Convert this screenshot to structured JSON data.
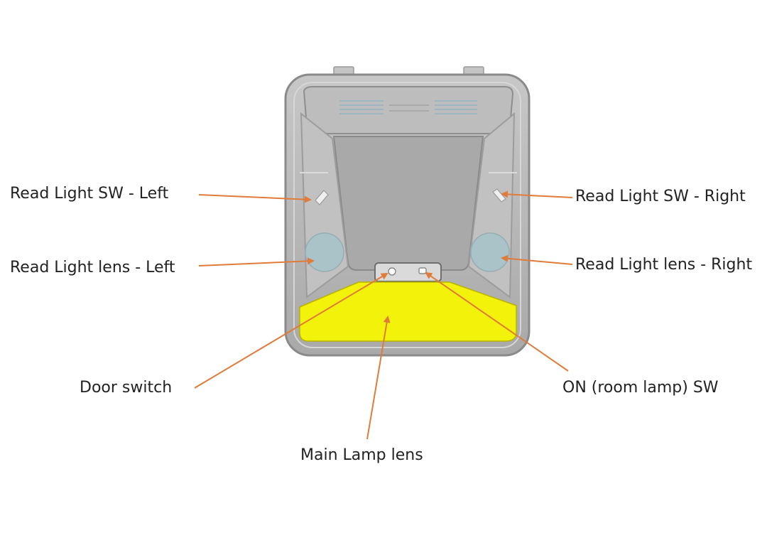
{
  "labels": {
    "read_light_sw_left": "Read Light SW - Left",
    "read_light_sw_right": "Read Light SW - Right",
    "read_light_lens_left": "Read Light lens - Left",
    "read_light_lens_right": "Read Light lens - Right",
    "door_switch": "Door switch",
    "on_room_lamp_sw": "ON (room lamp) SW",
    "main_lamp_lens": "Main Lamp lens"
  },
  "colors": {
    "background": "#ffffff",
    "housing": "#b9b9b9",
    "housing_dark": "#8c8c8c",
    "read_lens": "#a9c3c9",
    "main_lens": "#f2f20a",
    "arrow": "#e07b39",
    "text": "#222222"
  }
}
